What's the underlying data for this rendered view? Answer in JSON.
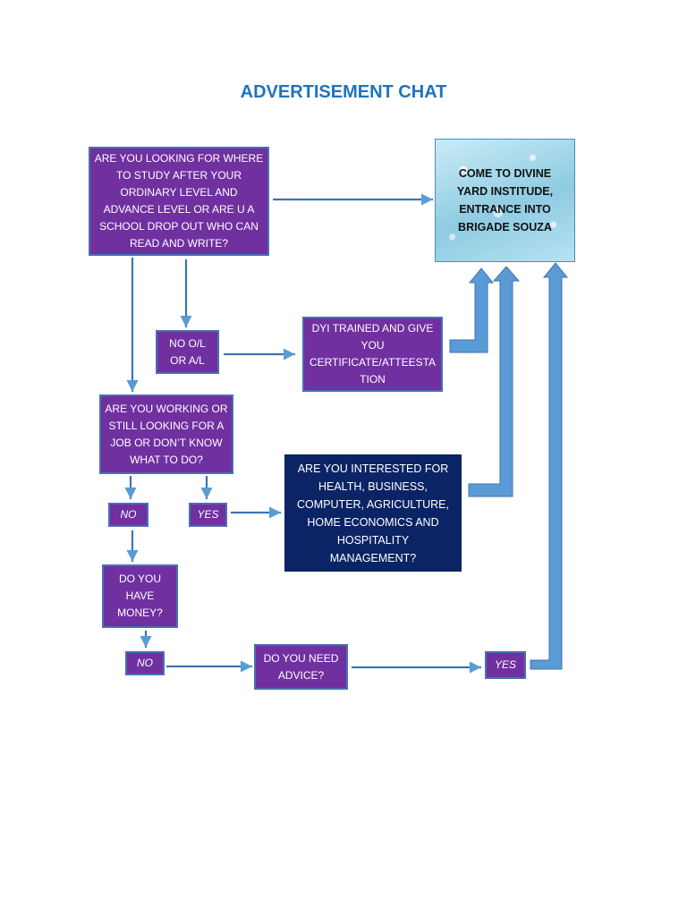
{
  "title": "ADVERTISEMENT CHAT",
  "colors": {
    "purple": "#7030a0",
    "navy": "#0b2465",
    "arrow": "#5b9bd5",
    "title": "#1f73c0"
  },
  "nodes": {
    "start": "ARE YOU LOOKING FOR WHERE\nTO STUDY AFTER YOUR\nORDINARY LEVEL AND\nADVANCE LEVEL OR ARE U A\nSCHOOL DROP OUT WHO CAN\nREAD AND WRITE?",
    "destination": "COME TO DIVINE\nYARD INSTITUDE,\nENTRANCE INTO\nBRIGADE SOUZA",
    "no_ol_al": "NO O/L\nOR A/L",
    "dyi": "DYI TRAINED AND GIVE\nYOU\nCERTIFICATE/ATTEESTA\nTION",
    "working": "ARE YOU WORKING OR\nSTILL LOOKING FOR A\nJOB OR DON’T KNOW\nWHAT TO DO?",
    "no1": "NO",
    "yes1": "YES",
    "interested": "ARE YOU INTERESTED FOR\nHEALTH, BUSINESS,\nCOMPUTER, AGRICULTURE,\nHOME ECONOMICS AND\nHOSPITALITY\nMANAGEMENT?",
    "money": "DO YOU\nHAVE\nMONEY?",
    "no2": "NO",
    "advice": "DO YOU NEED\nADVICE?",
    "yes2": "YES"
  }
}
